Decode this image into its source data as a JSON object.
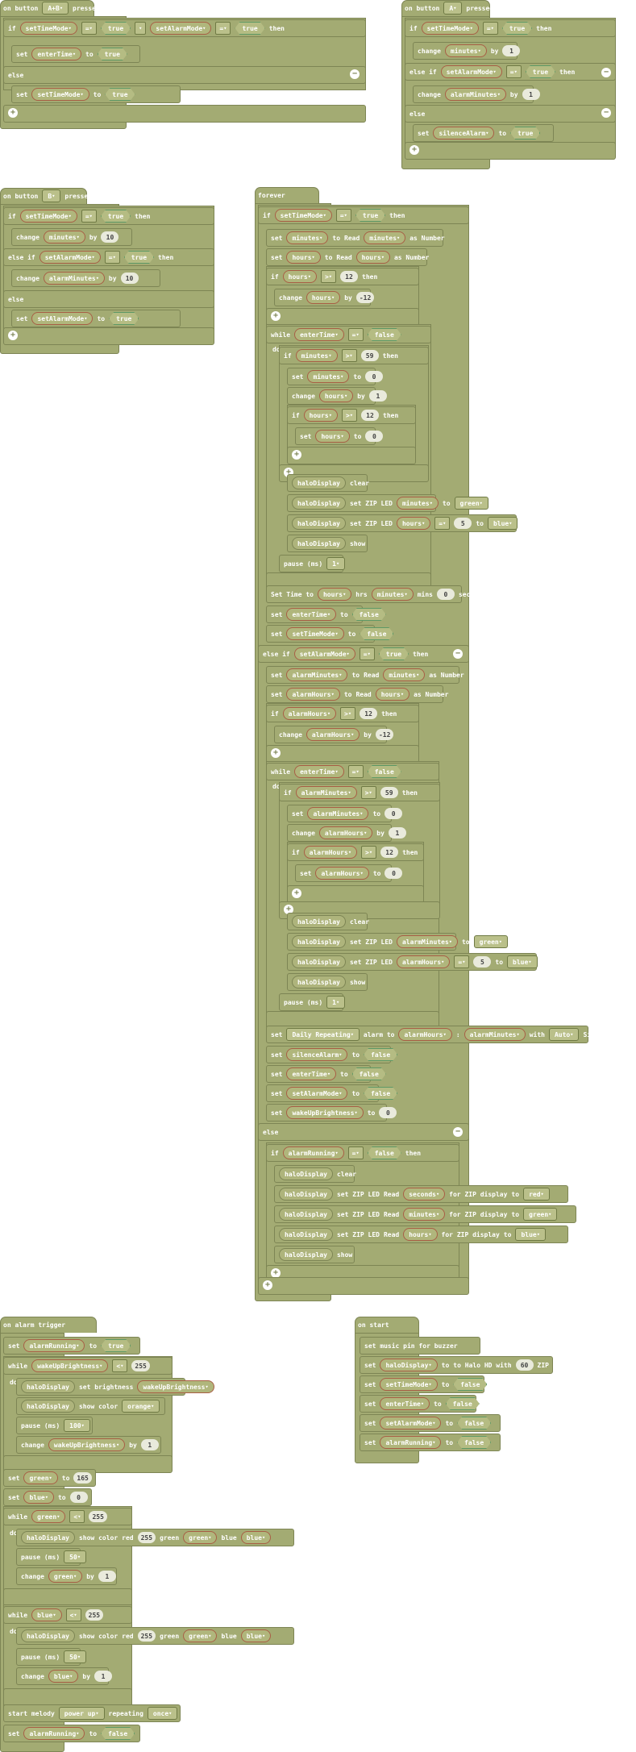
{
  "labels": {
    "on_button": "on button",
    "pressed": "pressed",
    "if": "if",
    "then": "then",
    "or": "or",
    "set": "set",
    "to": "to",
    "else": "else",
    "else_if": "else if",
    "change": "change",
    "by": "by",
    "forever": "forever",
    "read": "Read",
    "as_number": "as Number",
    "while": "while",
    "do": "do",
    "halo": "haloDisplay",
    "clear": "clear",
    "set_zip_led": "set ZIP LED",
    "show": "show",
    "pause": "pause (ms)",
    "set_time_to": "Set Time to",
    "hrs": "hrs",
    "mins": "mins",
    "secs": "secs",
    "alarm_to": "alarm to",
    "with": "with",
    "silence": "Silence",
    "for_zip": "for ZIP display",
    "on_alarm_trigger": "on alarm trigger",
    "set_brightness": "set brightness",
    "show_color": "show color",
    "red": "red",
    "green": "green",
    "blue": "blue",
    "start_melody": "start melody",
    "repeating": "repeating",
    "on_start": "on start",
    "set_music_pin": "set music pin for buzzer",
    "to_halo": "to Halo HD with",
    "zip_leds": "ZIP LEDs",
    "plus": "+",
    "minus": "−",
    "colon": ":"
  },
  "vars": {
    "setTimeMode": "setTimeMode",
    "setAlarmMode": "setAlarmMode",
    "enterTime": "enterTime",
    "silenceAlarm": "silenceAlarm",
    "minutes": "minutes",
    "hours": "hours",
    "alarmMinutes": "alarmMinutes",
    "alarmHours": "alarmHours",
    "wakeUpBrightness": "wakeUpBrightness",
    "alarmRunning": "alarmRunning",
    "haloDisplay": "haloDisplay",
    "green": "green",
    "blue": "blue",
    "seconds": "seconds"
  },
  "values": {
    "true": "true",
    "false": "false",
    "ab": "A+B",
    "a": "A",
    "b": "B",
    "eq": "=",
    "ge": ">",
    "lt": "<",
    "n1": "1",
    "n10": "10",
    "n12": "12",
    "nm12": "-12",
    "n59": "59",
    "n0": "0",
    "n5": "5",
    "n165": "165",
    "n255": "255",
    "n100": "100",
    "n50": "50",
    "n60": "60",
    "colgreen": "green",
    "colblue": "blue",
    "colred": "red",
    "colorange": "orange",
    "daily": "Daily Repeating",
    "auto": "Auto",
    "powerup": "power up",
    "once": "once"
  }
}
